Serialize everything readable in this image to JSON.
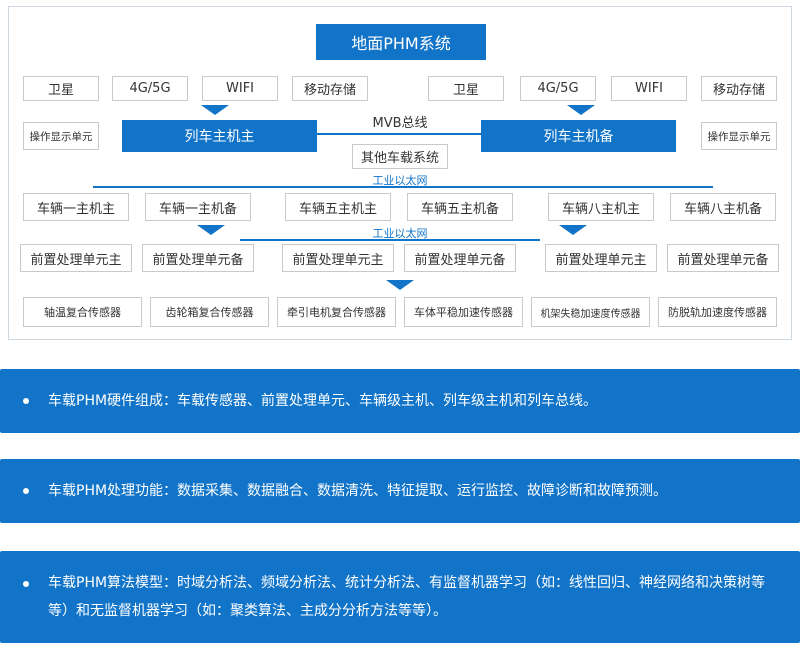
{
  "diagram": {
    "title": "地面PHM系统",
    "left": {
      "comms": [
        "卫星",
        "4G/5G",
        "WIFI",
        "移动存储"
      ],
      "display_unit": "操作显示单元",
      "main_unit": "列车主机主"
    },
    "right": {
      "comms": [
        "卫星",
        "4G/5G",
        "WIFI",
        "移动存储"
      ],
      "display_unit": "操作显示单元",
      "main_unit": "列车主机备"
    },
    "mvb_bus": "MVB总线",
    "other_systems": "其他车载系统",
    "ethernet_1": "工业以太网",
    "ethernet_2": "工业以太网",
    "vehicle_hosts": [
      "车辆一主机主",
      "车辆一主机备",
      "车辆五主机主",
      "车辆五主机备",
      "车辆八主机主",
      "车辆八主机备"
    ],
    "preprocess_units": [
      "前置处理单元主",
      "前置处理单元备",
      "前置处理单元主",
      "前置处理单元备",
      "前置处理单元主",
      "前置处理单元备"
    ],
    "sensors": [
      "轴温复合传感器",
      "齿轮箱复合传感器",
      "牵引电机复合传感器",
      "车体平稳加速传感器",
      "机架失稳加速度传感器",
      "防脱轨加速度传感器"
    ]
  },
  "info_panels": [
    "车载PHM硬件组成：车载传感器、前置处理单元、车辆级主机、列车级主机和列车总线。",
    "车载PHM处理功能：数据采集、数据融合、数据清洗、特征提取、运行监控、故障诊断和故障预测。",
    "车载PHM算法模型：时域分析法、频域分析法、统计分析法、有监督机器学习（如：线性回归、神经网络和决策树等等）和无监督机器学习（如：聚类算法、主成分分析方法等等）。"
  ],
  "colors": {
    "accent": "#1174c8",
    "border": "#c9c9c9"
  }
}
